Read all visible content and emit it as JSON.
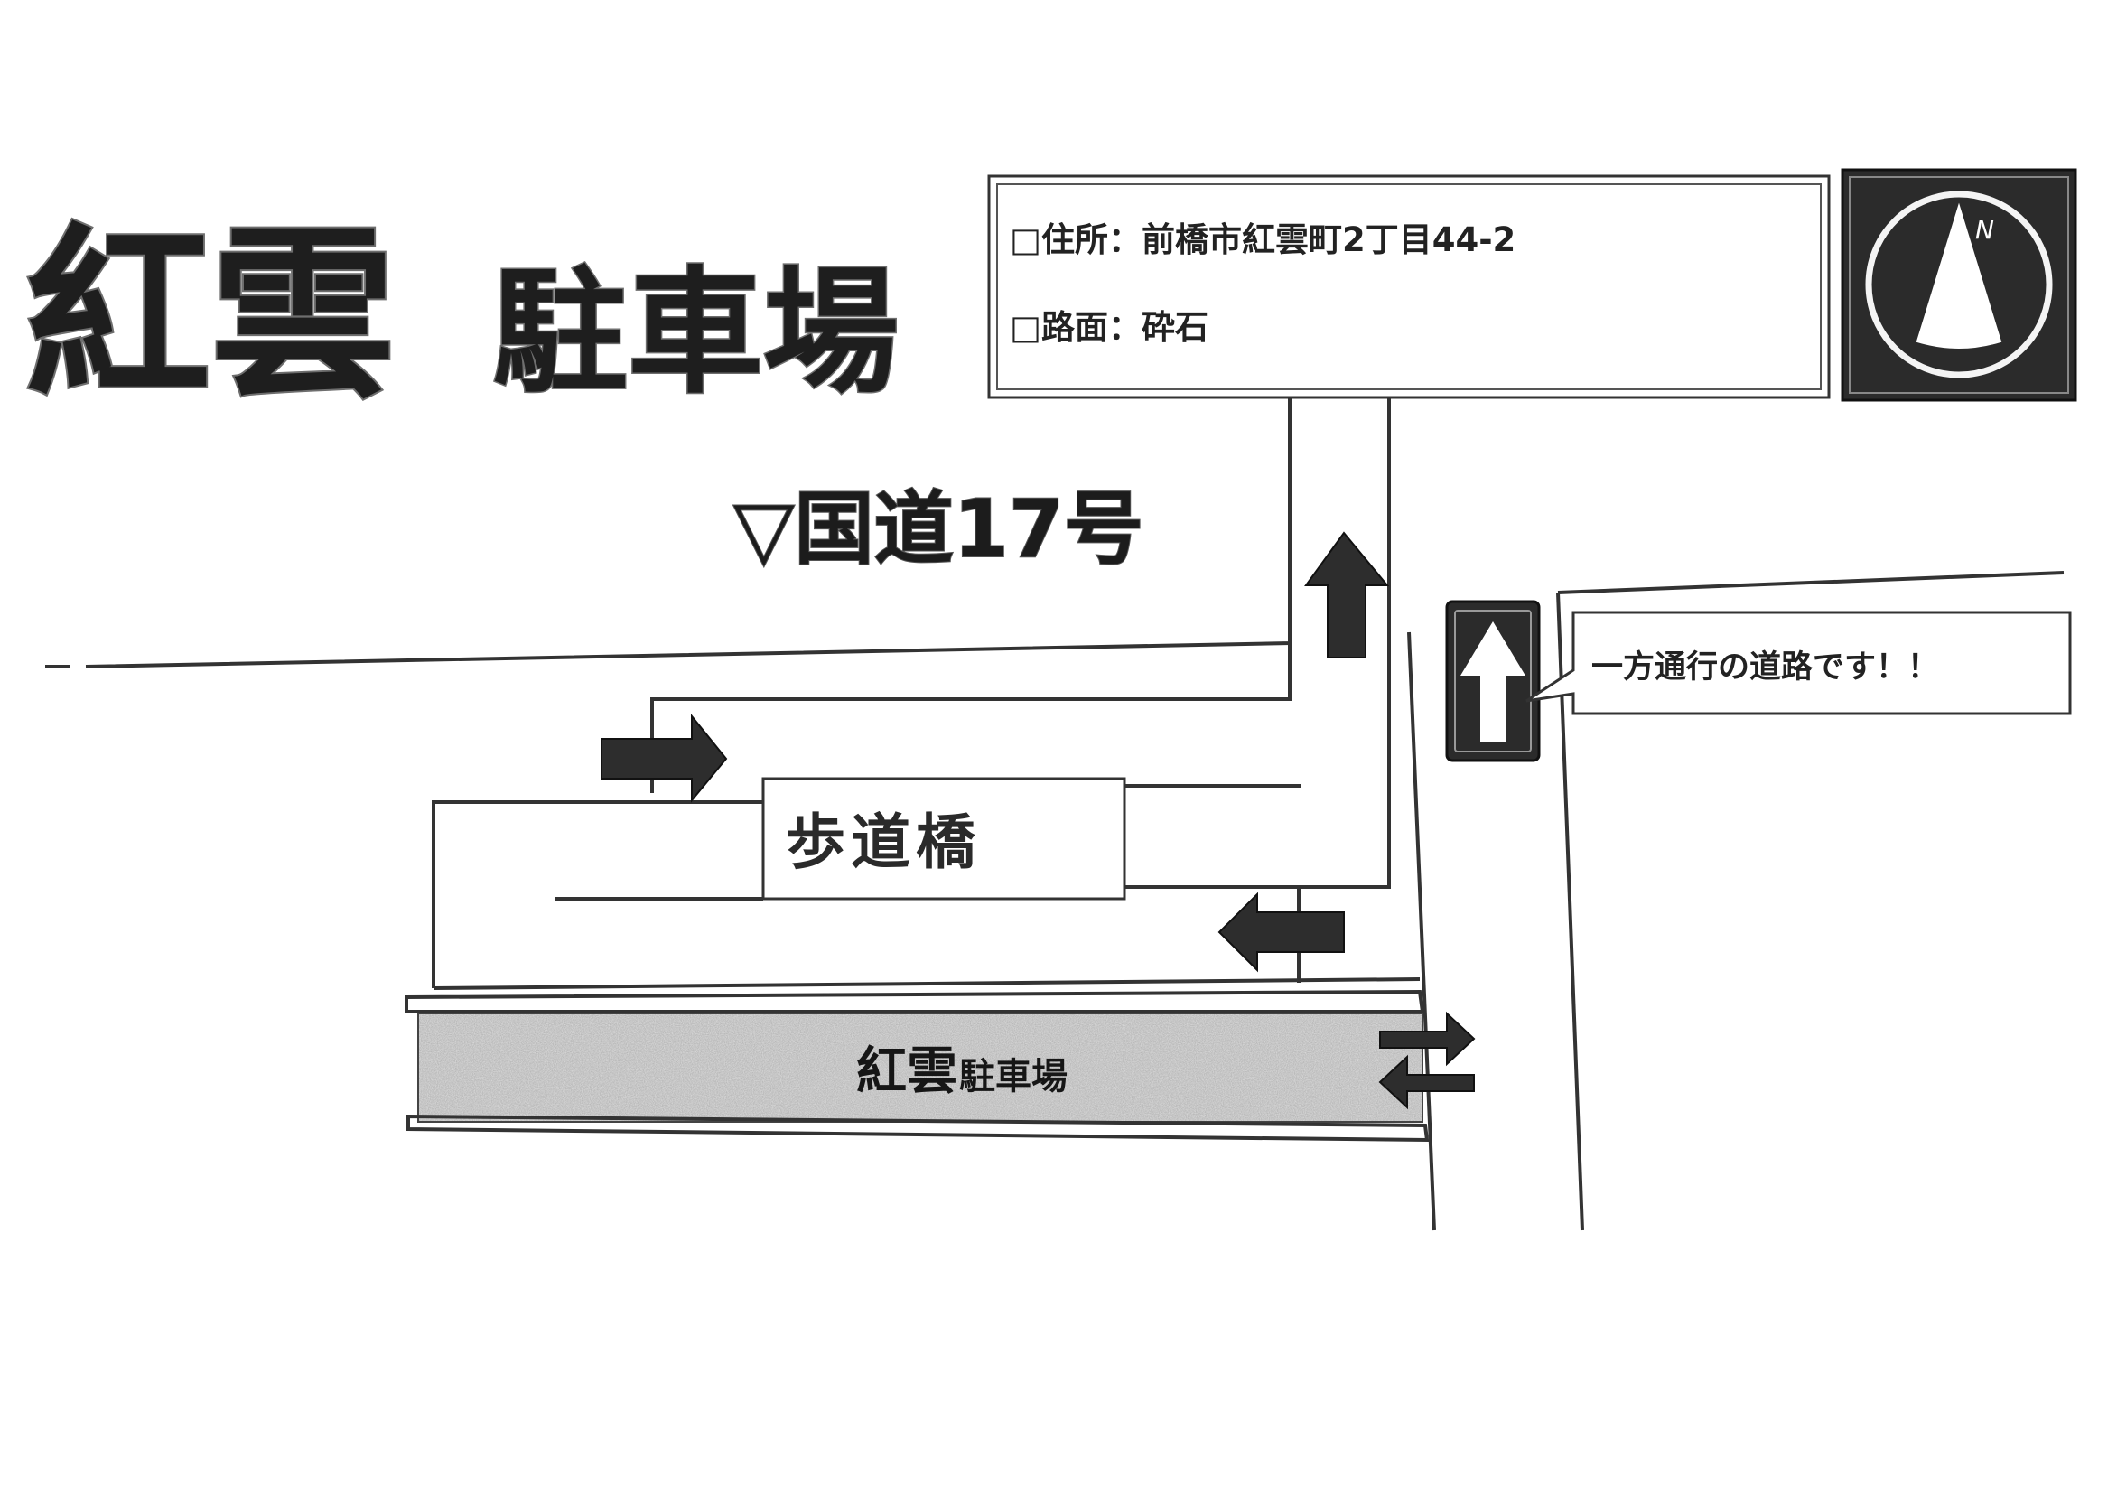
{
  "title": {
    "line1": "紅雲",
    "line2": "駐車場"
  },
  "info": {
    "address": "□住所：前橋市紅雲町2丁目44-2",
    "surface": "□路面：砕石"
  },
  "compass": {
    "north_label": "N",
    "icon": "north-arrow-icon"
  },
  "road_label": "▽国道17号",
  "bridge_label": "歩道橋",
  "parking_lot": {
    "label_big": "紅雲",
    "label_small": "駐車場"
  },
  "one_way": {
    "message": "一方通行の道路です！！",
    "icon": "one-way-sign-icon"
  },
  "colors": {
    "ink": "#222222",
    "lot_fill": "#9a9a9a",
    "sign_bg": "#2b2b2b"
  }
}
